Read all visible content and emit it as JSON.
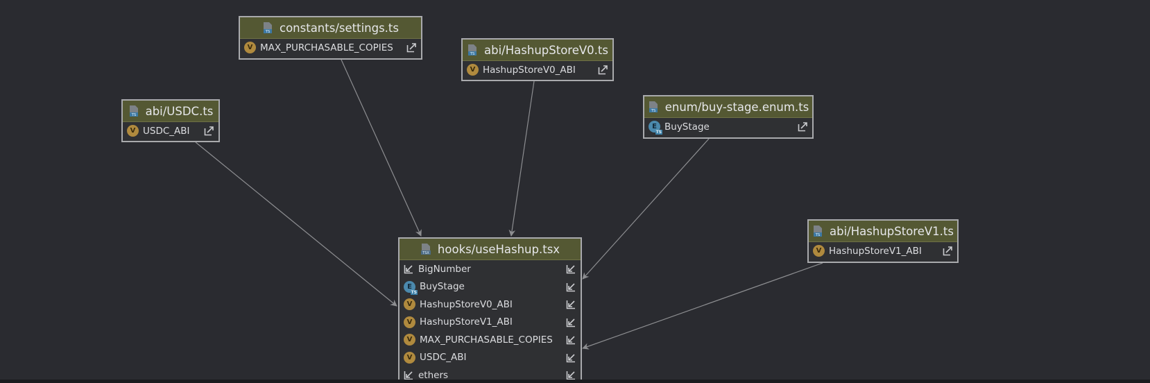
{
  "nodes": {
    "settings": {
      "title": "constants/settings.ts",
      "rows": [
        {
          "badge": "V",
          "label": "MAX_PURCHASABLE_COPIES"
        }
      ]
    },
    "storev0": {
      "title": "abi/HashupStoreV0.ts",
      "rows": [
        {
          "badge": "V",
          "label": "HashupStoreV0_ABI"
        }
      ]
    },
    "usdc": {
      "title": "abi/USDC.ts",
      "rows": [
        {
          "badge": "V",
          "label": "USDC_ABI"
        }
      ]
    },
    "buystage": {
      "title": "enum/buy-stage.enum.ts",
      "rows": [
        {
          "badge": "E",
          "label": "BuyStage"
        }
      ]
    },
    "storev1": {
      "title": "abi/HashupStoreV1.ts",
      "rows": [
        {
          "badge": "V",
          "label": "HashupStoreV1_ABI"
        }
      ]
    },
    "hook": {
      "title": "hooks/useHashup.tsx",
      "rows": [
        {
          "badge": "I",
          "label": "BigNumber"
        },
        {
          "badge": "E",
          "label": "BuyStage"
        },
        {
          "badge": "V",
          "label": "HashupStoreV0_ABI"
        },
        {
          "badge": "V",
          "label": "HashupStoreV1_ABI"
        },
        {
          "badge": "V",
          "label": "MAX_PURCHASABLE_COPIES"
        },
        {
          "badge": "V",
          "label": "USDC_ABI"
        },
        {
          "badge": "I",
          "label": "ethers"
        }
      ]
    }
  },
  "edges": [
    {
      "from": "settings",
      "to": "hook"
    },
    {
      "from": "storev0",
      "to": "hook"
    },
    {
      "from": "usdc",
      "to": "hook"
    },
    {
      "from": "buystage",
      "to": "hook"
    },
    {
      "from": "storev1",
      "to": "hook"
    }
  ],
  "colors": {
    "background": "#2a2b30",
    "node_header": "#545833",
    "node_body": "#2f3033",
    "node_border": "#a9aaad",
    "edge": "#8d8e91",
    "badge_variable": "#b08a3e",
    "badge_enum": "#4b89ad"
  },
  "icons": {
    "file": "typescript-file-icon",
    "tsx_file": "tsx-file-icon",
    "export": "export-arrow-icon",
    "import": "import-arrow-icon",
    "variable": "variable-icon",
    "enum": "enum-icon"
  }
}
